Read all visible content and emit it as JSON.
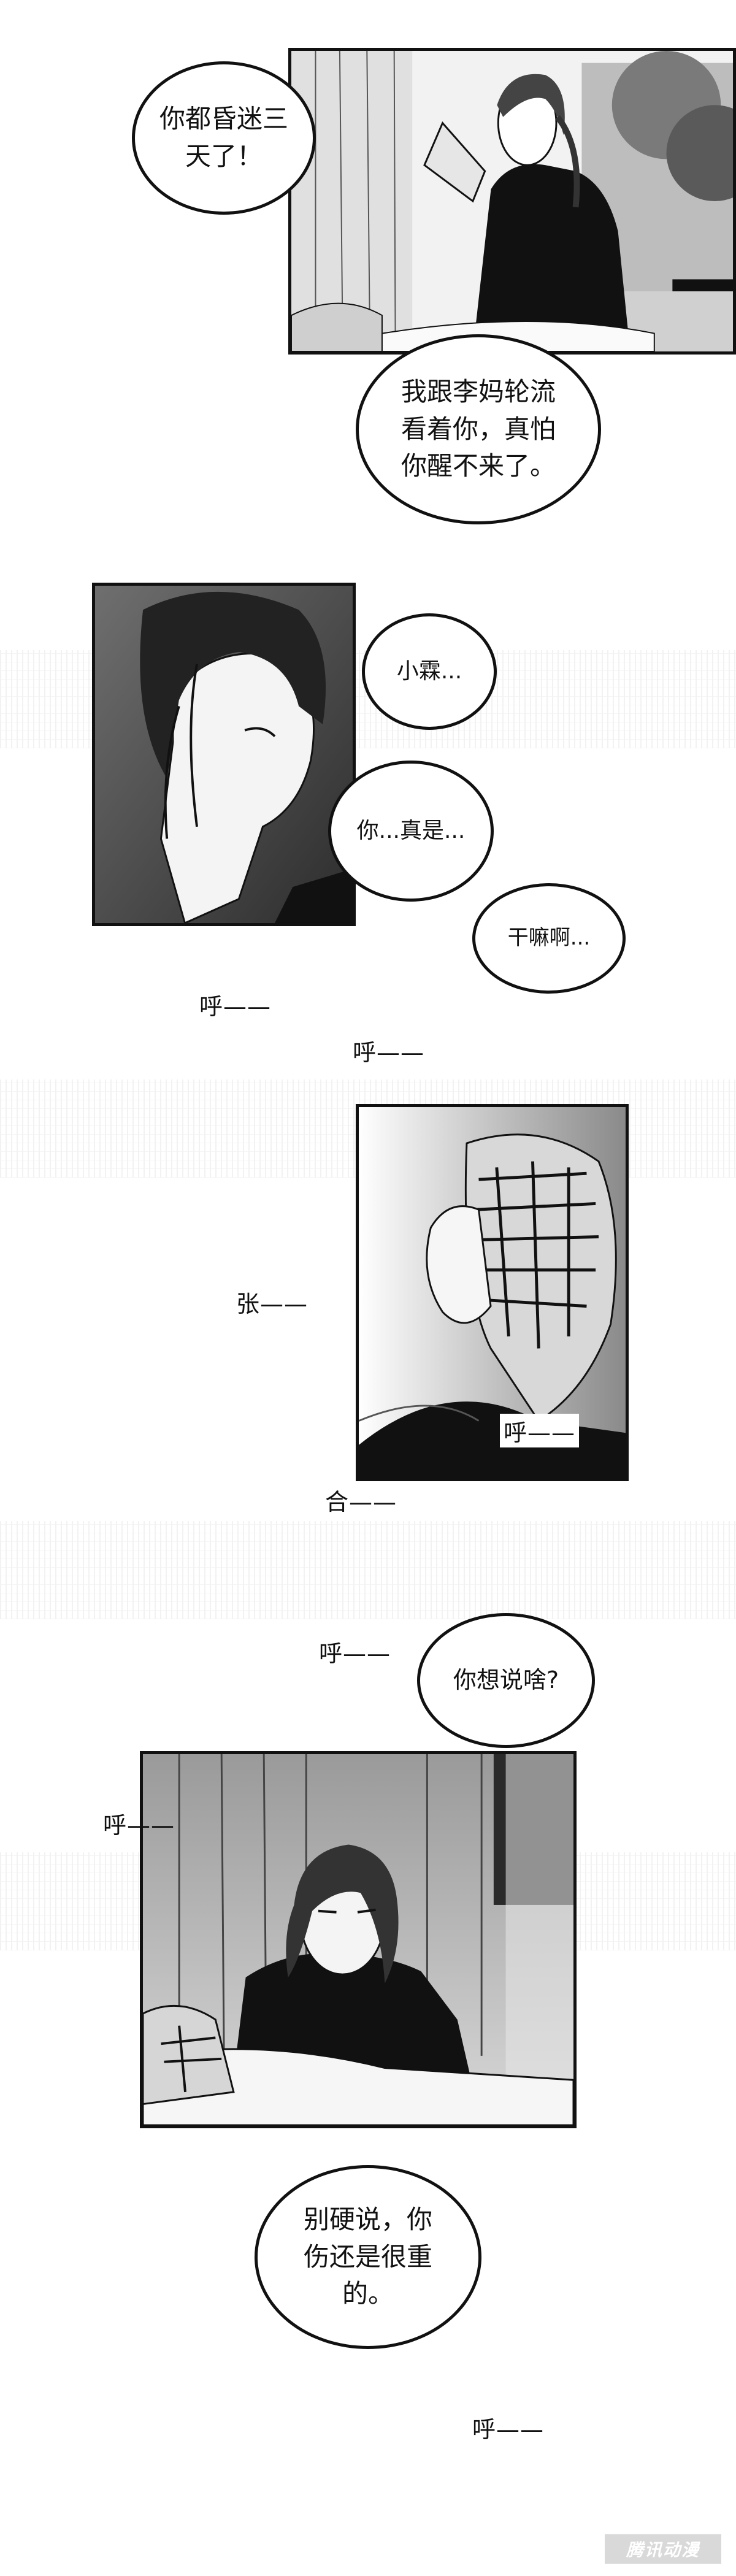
{
  "panels": [
    {
      "name": "panel-1"
    },
    {
      "name": "panel-2"
    },
    {
      "name": "panel-3"
    },
    {
      "name": "panel-4"
    }
  ],
  "bubbles": {
    "b1": "你都昏迷三\n天了！",
    "b2": "我跟李妈轮流\n看着你，真怕\n你醒不来了。",
    "b3": "小霖...",
    "b4": "你...真是...",
    "b5": "干嘛啊...",
    "b6": "你想说啥?",
    "b7": "别硬说，你\n伤还是很重\n的。"
  },
  "sfx": {
    "s1": "呼——",
    "s2": "呼——",
    "s3": "张——",
    "s4": "呼——",
    "s5": "合——",
    "s6": "呼——",
    "s7": "呼——",
    "s8": "呼——"
  },
  "watermark": "腾讯动漫"
}
